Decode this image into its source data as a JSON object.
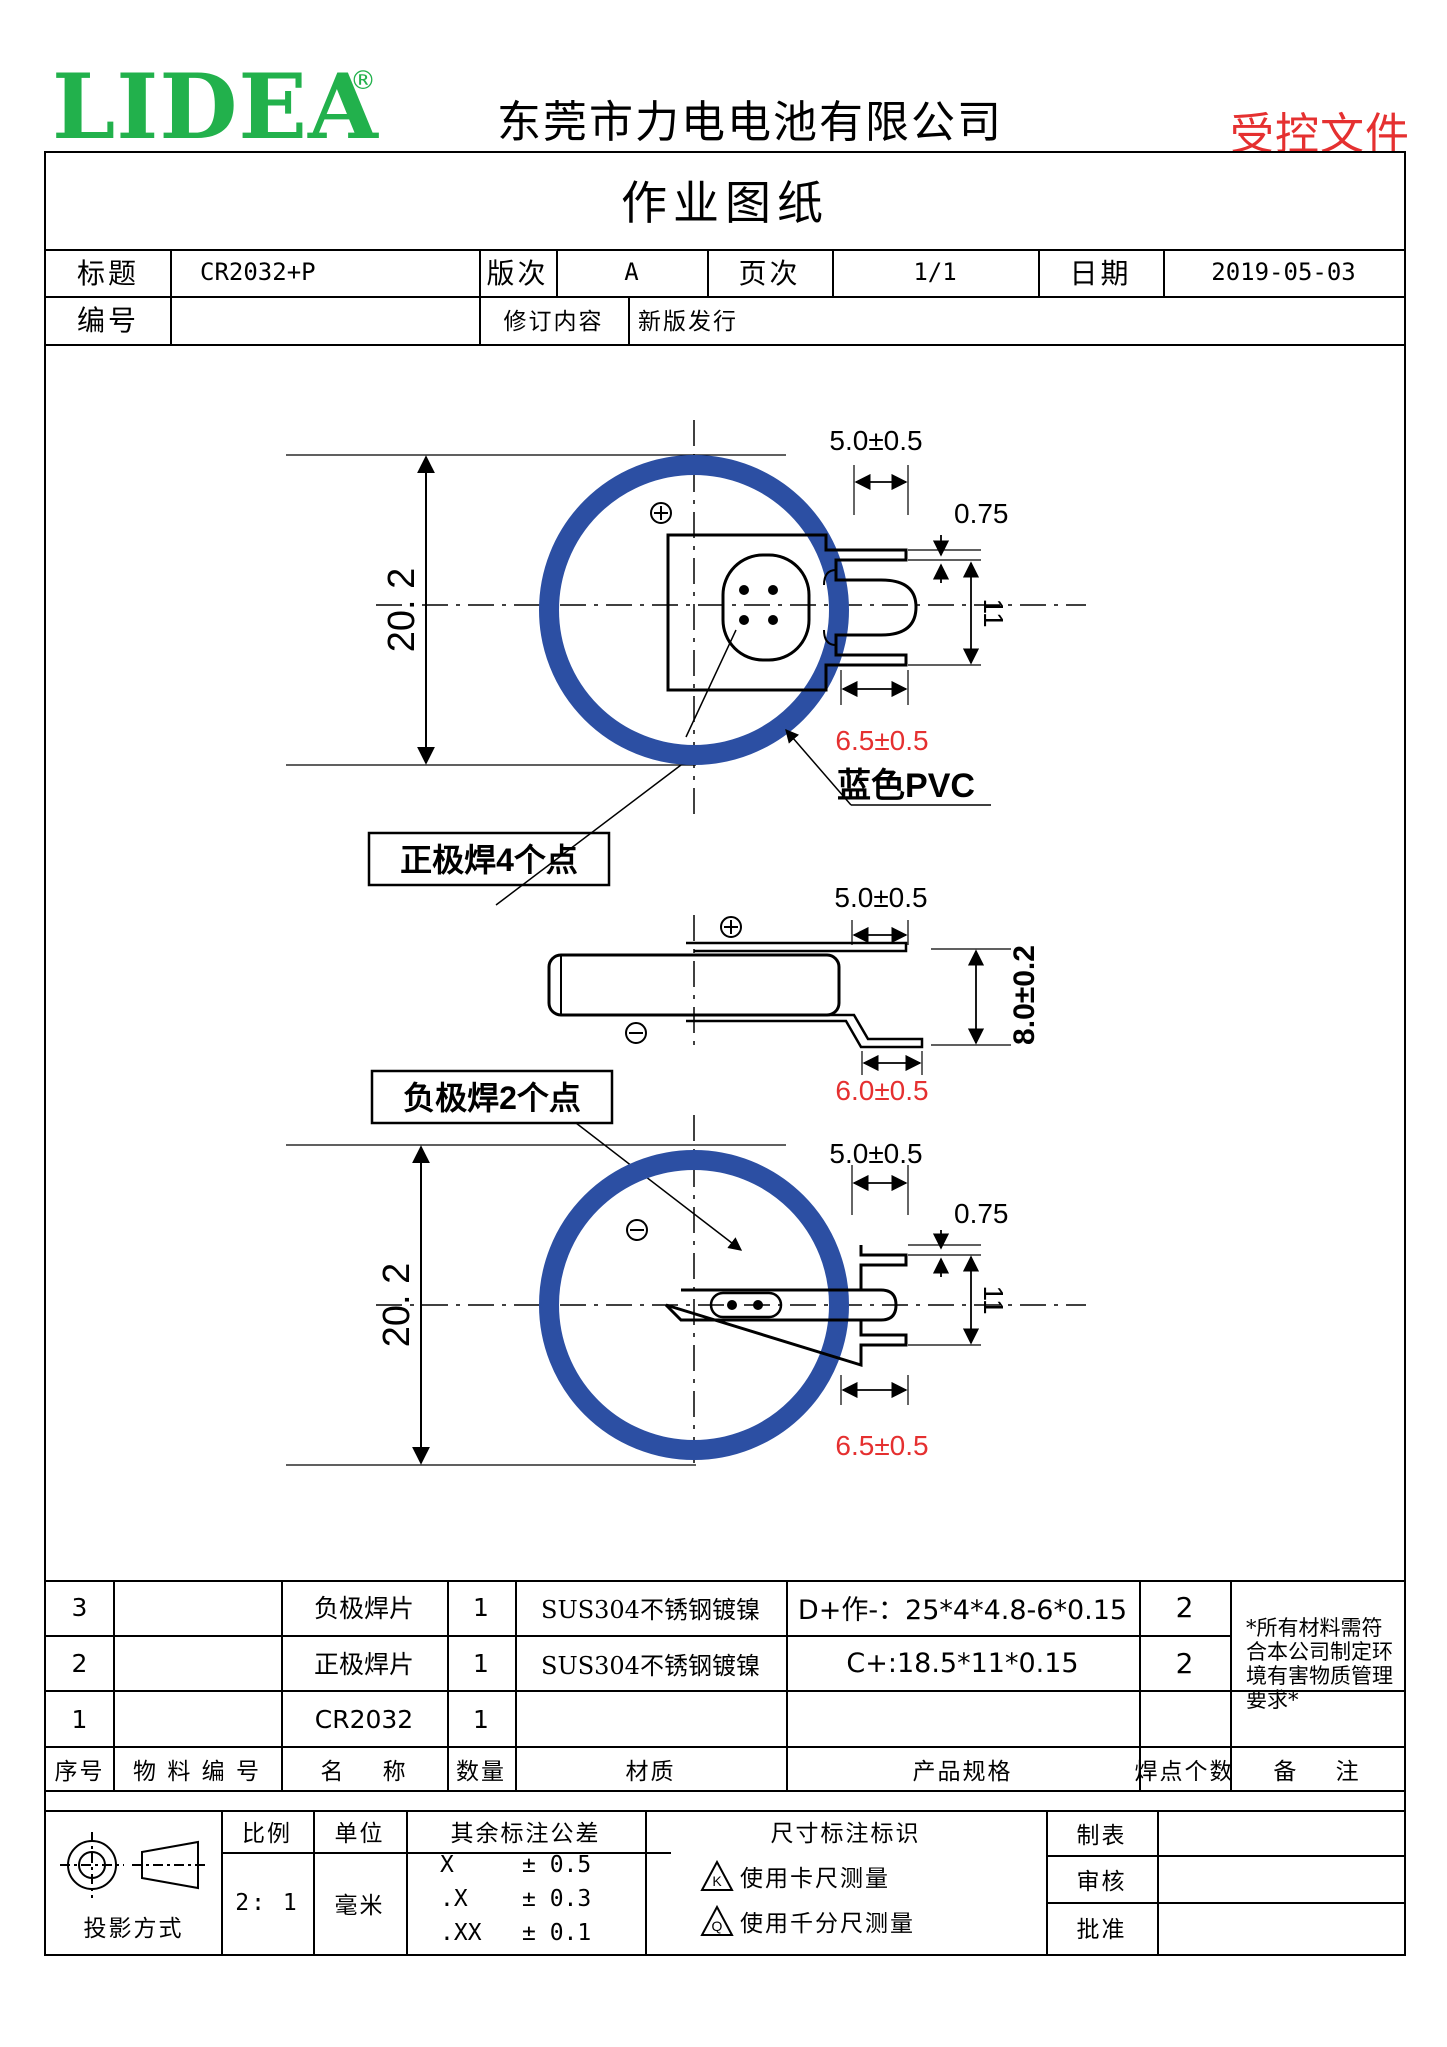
{
  "header": {
    "logo": "LIDEA",
    "logo_mark": "®",
    "company": "东莞市力电电池有限公司",
    "control_stamp": "受控文件"
  },
  "doc": {
    "title": "作业图纸",
    "fields": {
      "title_label": "标题",
      "title_value": "CR2032+P",
      "version_label": "版次",
      "version_value": "A",
      "page_label": "页次",
      "page_value": "1/1",
      "date_label": "日期",
      "date_value": "2019-05-03",
      "number_label": "编号",
      "number_value": "",
      "revision_label": "修订内容",
      "revision_value": "新版发行"
    }
  },
  "drawing": {
    "dim_50": "5.0±0.5",
    "dim_075": "0.75",
    "dim_11": "11",
    "dim_65": "6.5±0.5",
    "dim_202": "20. 2",
    "dim_80": "8.0±0.2",
    "dim_60": "6.0±0.5",
    "plus": "+",
    "minus": "−",
    "label_pvc": "蓝色PVC",
    "label_pos": "正极焊4个点",
    "label_neg": "负极焊2个点"
  },
  "bom": {
    "rows": [
      {
        "no": "3",
        "code": "",
        "name": "负极焊片",
        "qty": "1",
        "material": "SUS304不锈钢镀镍",
        "spec": "D+作-：25*4*4.8-6*0.15",
        "points": "2"
      },
      {
        "no": "2",
        "code": "",
        "name": "正极焊片",
        "qty": "1",
        "material": "SUS304不锈钢镀镍",
        "spec": "C+:18.5*11*0.15",
        "points": "2"
      },
      {
        "no": "1",
        "code": "",
        "name": "CR2032",
        "qty": "1",
        "material": "",
        "spec": "",
        "points": ""
      }
    ],
    "note": "*所有材料需符合本公司制定环境有害物质管理要求*",
    "headers": {
      "no": "序号",
      "code": "物 料 编 号",
      "name": "名    称",
      "qty": "数量",
      "material": "材质",
      "spec": "产品规格",
      "points": "焊点个数",
      "remark": "备    注"
    }
  },
  "footer": {
    "projection": "投影方式",
    "scale_label": "比例",
    "scale_value": "2: 1",
    "unit_label": "单位",
    "unit_value": "毫米",
    "tol_label": "其余标注公差",
    "tol": [
      {
        "k": "X",
        "v": "± 0.5"
      },
      {
        "k": ".X",
        "v": "± 0.3"
      },
      {
        "k": ".XX",
        "v": "± 0.1"
      }
    ],
    "dim_mark_label": "尺寸标注标识",
    "mark_k_letter": "K",
    "mark_k": "使用卡尺测量",
    "mark_q_letter": "Q",
    "mark_q": "使用千分尺测量",
    "made_by": "制表",
    "review": "审核",
    "approve": "批准"
  }
}
